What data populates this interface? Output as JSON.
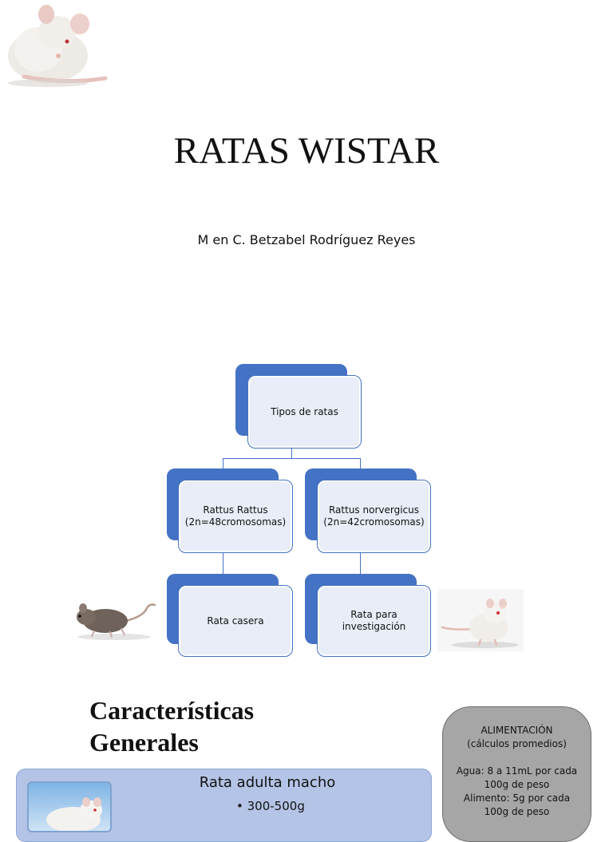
{
  "slide": {
    "title": "RATAS WISTAR",
    "author": "M en C. Betzabel Rodríguez Reyes"
  },
  "diagram": {
    "root": "Tipos de ratas",
    "left": {
      "line1": "Rattus Rattus",
      "line2": "(2n=48cromosomas)"
    },
    "right": {
      "line1": "Rattus norvergicus",
      "line2": "(2n=42cromosomas)"
    },
    "left_child": "Rata casera",
    "right_child": {
      "line1": "Rata para",
      "line2": "investigación"
    },
    "colors": {
      "accent": "#4472c4",
      "fill": "#e8edf7"
    }
  },
  "section": {
    "heading_line1": "Características",
    "heading_line2": "Generales"
  },
  "alimentacion": {
    "title": "ALIMENTACIÓN",
    "subtitle": "(cálculos promedios)",
    "agua_line1": "Agua: 8 a 11mL por cada",
    "agua_line2": "100g de peso",
    "alimento_line1": "Alimento: 5g por cada",
    "alimento_line2": "100g de peso"
  },
  "rata_adulta": {
    "heading": "Rata adulta macho",
    "bullet": "300-500g"
  }
}
